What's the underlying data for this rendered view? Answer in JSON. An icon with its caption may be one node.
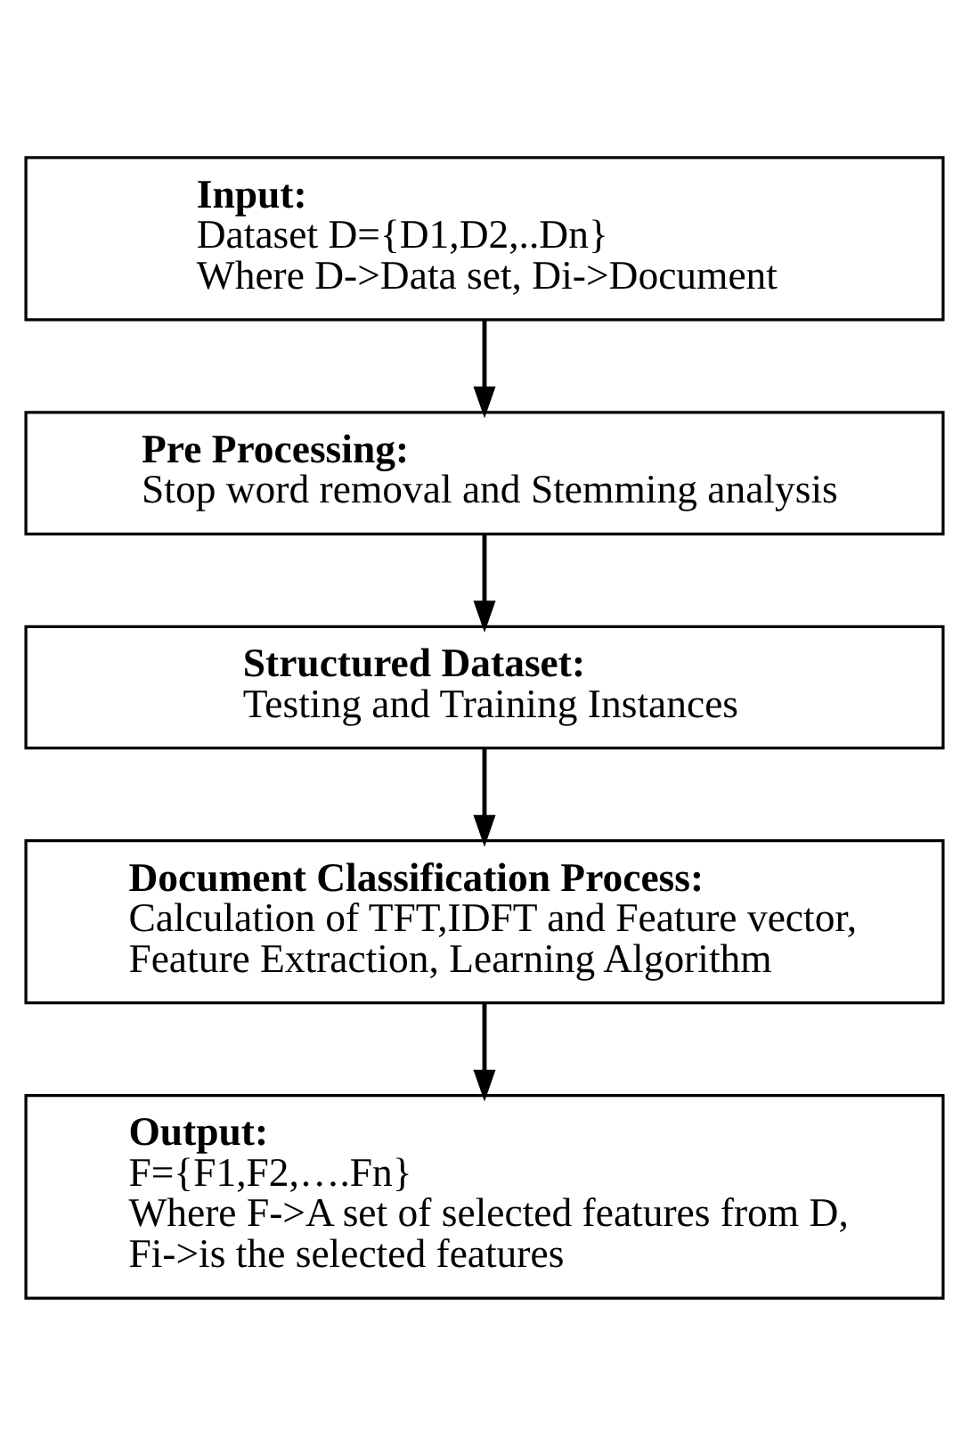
{
  "diagram": {
    "nodes": [
      {
        "text": [
          "Input:",
          "Dataset D={D1,D2,..Dn}",
          "Where D->Data set, Di->Document"
        ]
      },
      {
        "text": [
          "Pre Processing:",
          "Stop word removal and Stemming analysis"
        ]
      },
      {
        "text": [
          "Structured Dataset:",
          "Testing and Training Instances"
        ]
      },
      {
        "text": [
          "Document Classification Process:",
          "Calculation of TFT,IDFT and Feature vector, Feature Extraction, Learning Algorithm"
        ]
      },
      {
        "text": [
          "Output:",
          "F={F1,F2,….Fn}",
          "Where F->A set of selected features from D, Fi->is the selected features"
        ]
      }
    ],
    "edges": [
      {
        "from": 0,
        "to": 1,
        "arrow": "to"
      },
      {
        "from": 1,
        "to": 2,
        "arrow": "to"
      },
      {
        "from": 2,
        "to": 3,
        "arrow": "to"
      },
      {
        "from": 3,
        "to": 4,
        "arrow": "to"
      }
    ]
  }
}
